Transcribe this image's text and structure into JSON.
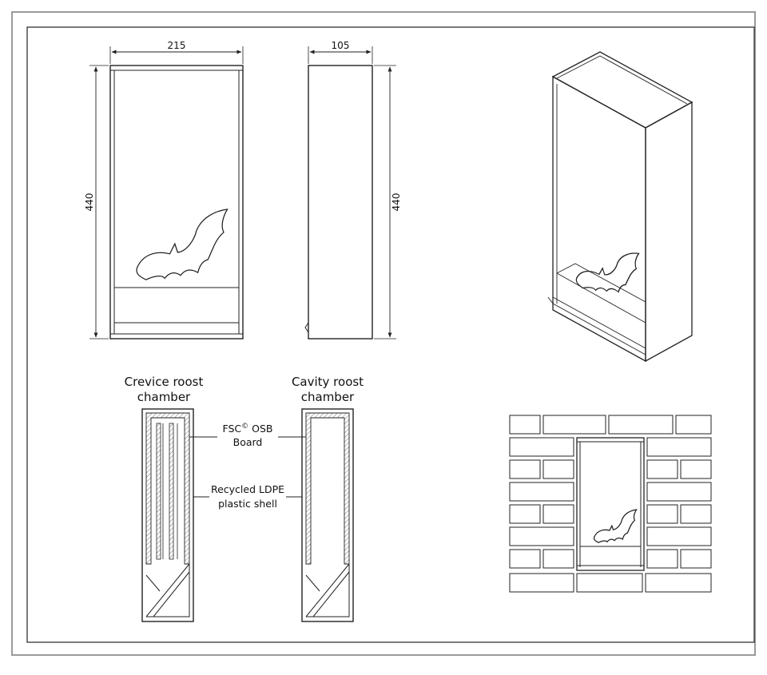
{
  "dimensions": {
    "front_width": "215",
    "side_depth": "105",
    "front_height": "440",
    "side_height": "440"
  },
  "sections": {
    "crevice_title_line1": "Crevice roost",
    "crevice_title_line2": "chamber",
    "cavity_title_line1": "Cavity roost",
    "cavity_title_line2": "chamber"
  },
  "callouts": {
    "board_line1_prefix": "FSC",
    "board_line1_sup": "©",
    "board_line1_suffix": " OSB",
    "board_line2": "Board",
    "shell_line1": "Recycled LDPE",
    "shell_line2": "plastic shell"
  },
  "icons": [
    "bat-silhouette-icon"
  ]
}
